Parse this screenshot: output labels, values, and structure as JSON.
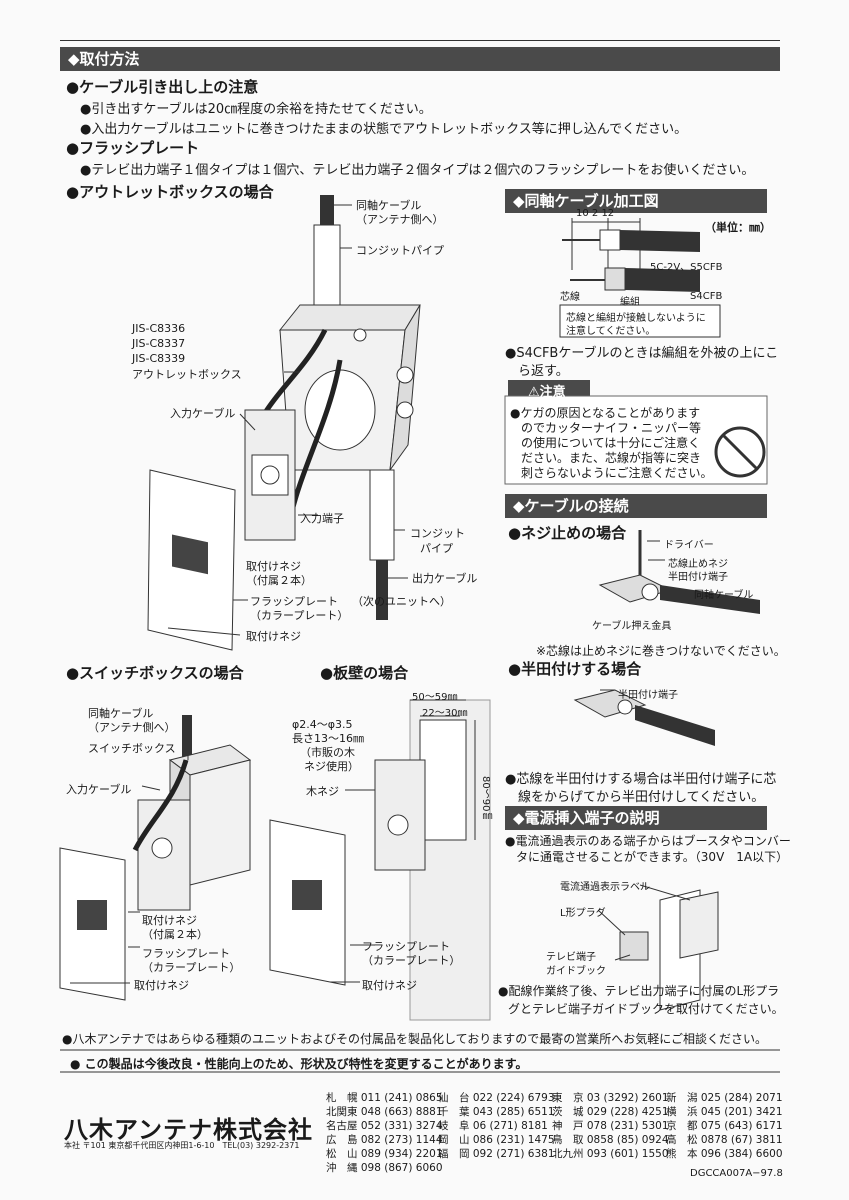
{
  "mount": {
    "header": "◆取付方法",
    "cable_title": "●ケーブル引き出し上の注意",
    "cable_note1": "●引き出すケーブルは20㎝程度の余裕を持たせてください。",
    "cable_note2": "●入出力ケーブルはユニットに巻きつけたままの状態でアウトレットボックス等に押し込んでください。",
    "flush_title": "●フラッシプレート",
    "flush_note": "●テレビ出力端子１個タイプは１個穴、テレビ出力端子２個タイプは２個穴のフラッシプレートをお使いください。",
    "outlet_title": "●アウトレットボックスの場合",
    "switch_title": "●スイッチボックスの場合",
    "panel_title": "●板壁の場合"
  },
  "outlet_fig": {
    "coax_l1": "同軸ケーブル",
    "coax_l2": "（アンテナ側へ）",
    "conduit": "コンジットパイプ",
    "jis1": "JIS-C8336",
    "jis2": "JIS-C8337",
    "jis3": "JIS-C8339",
    "jis4": "アウトレットボックス",
    "input_cable": "入力ケーブル",
    "input_term": "入力端子",
    "conduit2_l1": "コンジット",
    "conduit2_l2": "パイプ",
    "screw_l1": "取付けネジ",
    "screw_l2": "（付属２本）",
    "output_cable": "出力ケーブル",
    "flush_l1": "フラッシプレート",
    "flush_l2": "（カラープレート）",
    "next_unit": "（次のユニットへ）",
    "screw2": "取付けネジ"
  },
  "switch_fig": {
    "coax_l1": "同軸ケーブル",
    "coax_l2": "（アンテナ側へ）",
    "switch_box": "スイッチボックス",
    "input_cable": "入力ケーブル",
    "screw_l1": "取付けネジ",
    "screw_l2": "（付属２本）",
    "flush_l1": "フラッシプレート",
    "flush_l2": "（カラープレート）",
    "screw2": "取付けネジ"
  },
  "panel_fig": {
    "dim1": "50〜59㎜",
    "dim2": "22〜30㎜",
    "phi": "φ2.4〜φ3.5",
    "len": "長さ13〜16㎜",
    "wood_l1": "（市販の木",
    "wood_l2": "ネジ使用）",
    "wood_screw": "木ネジ",
    "dim3": "80〜90㎜",
    "flush_l1": "フラッシプレート",
    "flush_l2": "（カラープレート）",
    "screw2": "取付けネジ"
  },
  "coax": {
    "header": "◆同軸ケーブル加工図",
    "unit": "（単位：㎜）",
    "dims": "10  2  12",
    "cable1": "5C-2V、S5CFB",
    "core": "芯線",
    "braid": "編組",
    "cable2": "S4CFB",
    "note_l1": "芯線と編組が接触しないように",
    "note_l2": "注意してください。",
    "s4_l1": "●S4CFBケーブルのときは編組を外被の上にこ",
    "s4_l2": "ら返す。"
  },
  "caution": {
    "title": "⚠注意",
    "l1": "●ケガの原因となることがあります",
    "l2": "のでカッターナイフ・ニッパー等",
    "l3": "の使用については十分にご注意く",
    "l4": "ださい。また、芯線が指等に突き",
    "l5": "刺さらないようにご注意ください。"
  },
  "connect": {
    "header": "◆ケーブルの接続",
    "screw_title": "●ネジ止めの場合",
    "driver": "ドライバー",
    "core_screw": "芯線止めネジ",
    "solder_term": "半田付け端子",
    "coax": "同軸ケーブル",
    "clamp": "ケーブル押え金具",
    "note": "※芯線は止めネジに巻きつけないでください。",
    "solder_title": "●半田付けする場合",
    "solder_term2": "半田付け端子",
    "solder_l1": "●芯線を半田付けする場合は半田付け端子に芯",
    "solder_l2": "線をからげてから半田付けしてください。"
  },
  "power": {
    "header": "◆電源挿入端子の説明",
    "l1": "●電流通過表示のある端子からはブースタやコンバー",
    "l2": "タに通電させることができます。（30V　1A以下）",
    "label": "電流通過表示ラベル",
    "plug": "L形プラグ",
    "guide_l1": "テレビ端子",
    "guide_l2": "ガイドブック",
    "note_l1": "●配線作業終了後、テレビ出力端子に付属のL形プラ",
    "note_l2": "グとテレビ端子ガイドブックを取付けてください。"
  },
  "footer": {
    "notice": "●八木アンテナではあらゆる種類のユニットおよびその付属品を製品化しておりますので最寄の営業所へお気軽にご相談ください。",
    "change": "● この製品は今後改良・性能向上のため、形状及び特性を変更することがあります。",
    "company": "八木アンテナ株式会社",
    "address": "本社 〒101 東京都千代田区内神田1-6-10　TEL(03) 3292-2371",
    "code": "DGCCA007A−97.8"
  },
  "offices": [
    [
      "札　幌 011 (241) 0865",
      "仙　台 022 (224) 6793",
      "東　京 03 (3292) 2601",
      "新　潟 025 (284) 2071"
    ],
    [
      "北関東 048 (663) 8881",
      "千　葉 043 (285) 6511",
      "茨　城 029 (228) 4251",
      "横　浜 045 (201) 3421"
    ],
    [
      "名古屋 052 (331) 3274",
      "岐　阜 06 (271) 8181",
      "神　戸 078 (231) 5301",
      "京　都 075 (643) 6171"
    ],
    [
      "広　島 082 (273) 1144",
      "岡　山 086 (231) 1475",
      "鳥　取 0858 (85) 0924",
      "高　松 0878 (67) 3811"
    ],
    [
      "松　山 089 (934) 2201",
      "福　岡 092 (271) 6381",
      "北九州 093 (601) 1550",
      "熊　本 096 (384) 6600"
    ],
    [
      "沖　縄 098 (867) 6060",
      "",
      "",
      ""
    ]
  ]
}
